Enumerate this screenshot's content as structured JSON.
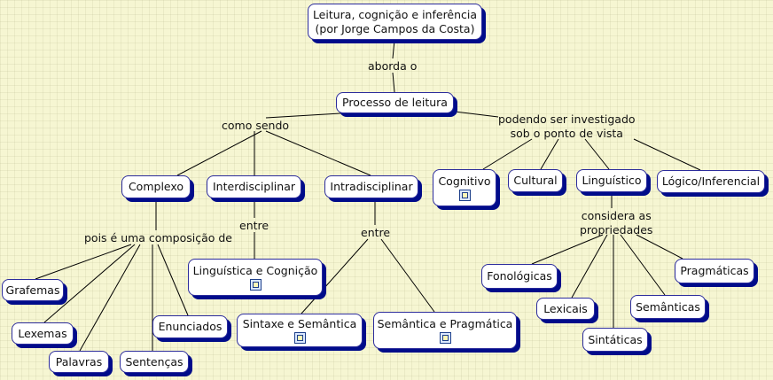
{
  "concepts": {
    "root": "Leitura, cognição e inferência\n(por Jorge Campos da Costa)",
    "processo": "Processo de leitura",
    "complexo": "Complexo",
    "interdisciplinar": "Interdisciplinar",
    "intradisciplinar": "Intradisciplinar",
    "cognitivo": "Cognitivo",
    "cultural": "Cultural",
    "linguistico": "Linguístico",
    "logico": "Lógico/Inferencial",
    "linguistica_cognicao": "Linguística e Cognição",
    "sintaxe_semantica": "Sintaxe e Semântica",
    "semantica_pragmatica": "Semântica e Pragmática",
    "grafemas": "Grafemas",
    "lexemas": "Lexemas",
    "palavras": "Palavras",
    "sentencas": "Sentenças",
    "enunciados": "Enunciados",
    "fonologicas": "Fonológicas",
    "lexicais": "Lexicais",
    "sintaticas": "Sintáticas",
    "semanticas": "Semânticas",
    "pragmaticas": "Pragmáticas"
  },
  "linking_phrases": {
    "aborda": "aborda o",
    "como_sendo": "como sendo",
    "podendo": "podendo ser investigado\nsob o ponto de vista",
    "composicao": "pois é uma composição de",
    "entre_inter": "entre",
    "entre_intra": "entre",
    "considera": "considera as\npropriedades"
  },
  "resource_icon": "document-icon",
  "colors": {
    "background": "#f6f6d2",
    "node_border": "#2c2c9c",
    "node_shadow": "#000c8a",
    "line": "#000000"
  }
}
